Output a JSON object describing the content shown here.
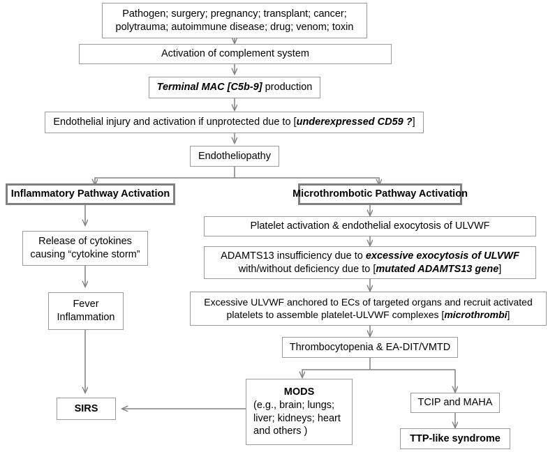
{
  "diagram": {
    "title": "Complement activation to SIRS and TTP-like syndrome pathway",
    "style": {
      "box_border": "#9a9a9a",
      "emphasis_border": "#808080",
      "connector": "#808080",
      "text": "#000000",
      "background": "#ffffff"
    },
    "nodes": {
      "triggers": {
        "line1": "Pathogen; surgery; pregnancy; transplant; cancer;",
        "line2": "polytrauma; autoimmune disease; drug; venom; toxin"
      },
      "complement_activation": {
        "line1": "Activation of complement system"
      },
      "terminal_mac": {
        "emphasis_text": "Terminal MAC [C5b-9]",
        "suffix": " production"
      },
      "endothelial_injury": {
        "prefix": "Endothelial injury and activation if unprotected due to [",
        "emphasis_text": "underexpressed CD59 ?",
        "suffix": "]"
      },
      "endotheliopathy": {
        "line1": "Endotheliopathy"
      },
      "inflammatory_pathway": {
        "line1": "Inflammatory Pathway Activation"
      },
      "microthrombotic_pathway": {
        "line1": "Microthrombotic Pathway Activation"
      },
      "cytokine_release": {
        "line1": "Release of cytokines",
        "line2": "causing “cytokine storm”"
      },
      "fever_inflammation": {
        "line1": "Fever",
        "line2": "Inflammation"
      },
      "sirs": {
        "line1": "SIRS"
      },
      "platelet_activation": {
        "line1": "Platelet activation & endothelial exocytosis of ULVWF"
      },
      "adamts13_insufficiency": {
        "line1_prefix": "ADAMTS13 insufficiency due to ",
        "line1_emphasis": "excessive exocytosis of ULVWF",
        "line2_prefix": "with/without deficiency due to [",
        "line2_emphasis": "mutated ADAMTS13 gene",
        "line2_suffix": "]"
      },
      "excessive_ulvwf": {
        "line1": "Excessive ULVWF anchored to ECs of targeted organs and recruit activated",
        "line2_prefix": "platelets to assemble platelet-ULVWF complexes [",
        "line2_emphasis": "microthrombi",
        "line2_suffix": "]"
      },
      "thrombocytopenia": {
        "line1": "Thrombocytopenia & EA-DIT/VMTD"
      },
      "mods": {
        "line1": "MODS",
        "line2": "(e.g., brain; lungs;",
        "line3": "liver; kidneys; heart",
        "line4": "and others )"
      },
      "tcip_maha": {
        "line1": "TCIP and MAHA"
      },
      "ttp_like_syndrome": {
        "line1": "TTP-like syndrome"
      }
    }
  }
}
